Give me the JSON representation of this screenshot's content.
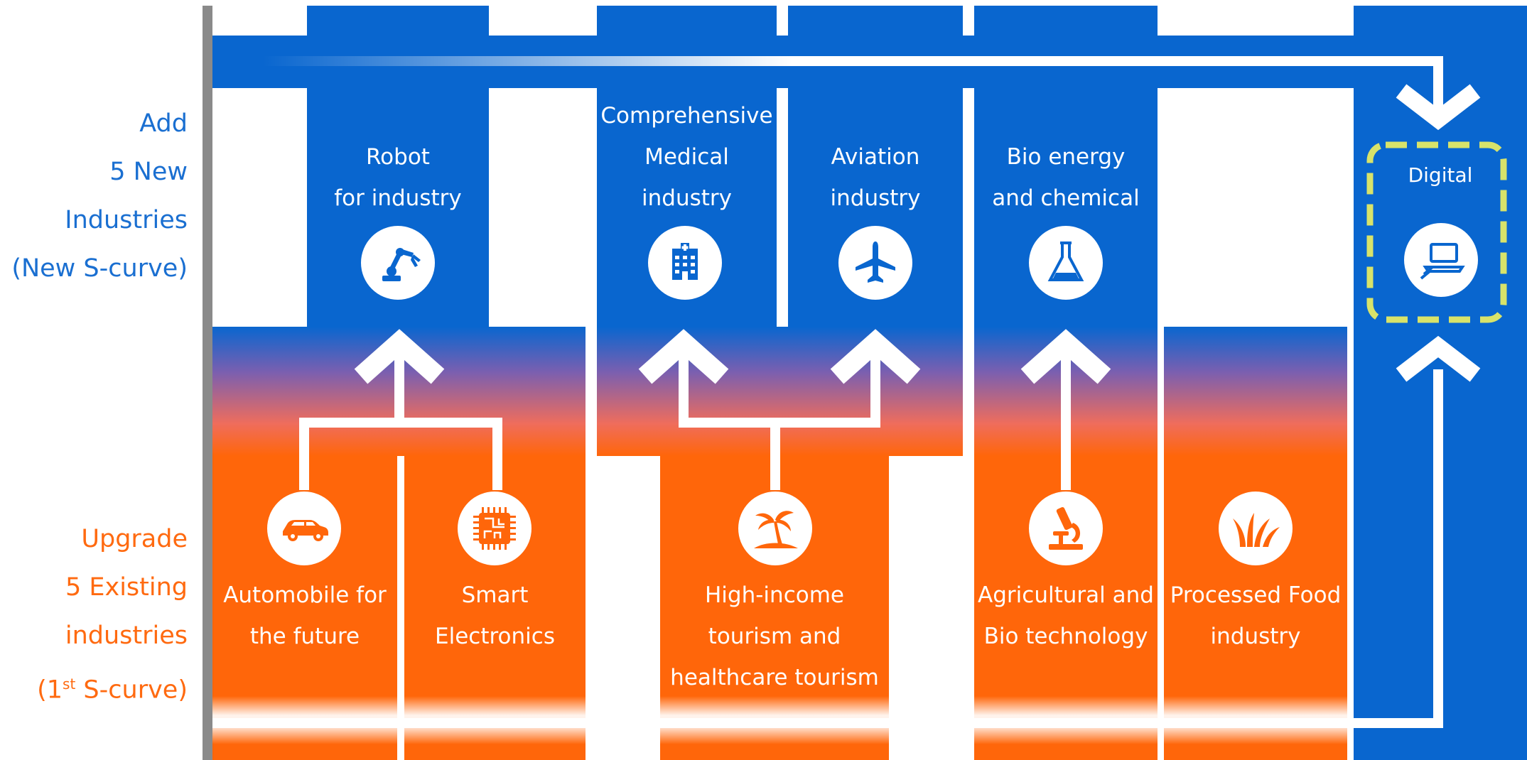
{
  "left_labels": {
    "new": [
      "Add",
      "5 New",
      "Industries",
      "(New S-curve)"
    ],
    "existing": [
      "Upgrade",
      "5 Existing",
      "industries"
    ],
    "existing_last": {
      "prefix": "(1",
      "sup": "st",
      "suffix": " S-curve)"
    }
  },
  "new_industries": {
    "robot": [
      "Robot",
      "for industry"
    ],
    "medical": [
      "Comprehensive",
      "Medical",
      "industry"
    ],
    "aviation": [
      "Aviation",
      "industry"
    ],
    "bio_energy": [
      "Bio energy",
      "and chemical"
    ],
    "digital": [
      "Digital"
    ]
  },
  "existing_industries": {
    "automobile": [
      "Automobile for",
      "the future"
    ],
    "electronics": [
      "Smart",
      "Electronics"
    ],
    "tourism": [
      "High-income",
      "tourism and",
      "healthcare tourism"
    ],
    "agri": [
      "Agricultural and",
      "Bio technology"
    ],
    "food": [
      "Processed Food",
      "industry"
    ]
  },
  "icons": [
    "robot-arm-icon",
    "hospital-icon",
    "airplane-icon",
    "flask-icon",
    "laptop-icon",
    "car-icon",
    "chip-icon",
    "palm-island-icon",
    "microscope-icon",
    "grass-icon"
  ],
  "colors": {
    "blue": "#0966cf",
    "orange": "#ff660a",
    "highlight_dash": "#d8e36a",
    "side_blue": "#1a6fd1",
    "side_orange": "#ff6a10"
  }
}
